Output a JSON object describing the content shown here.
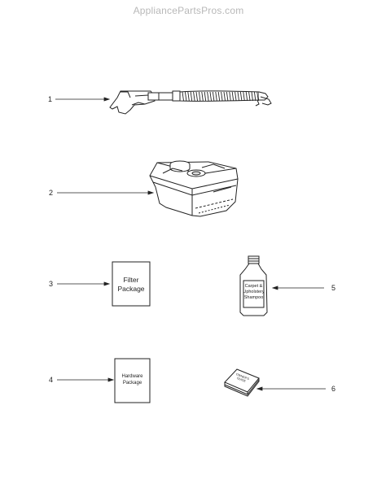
{
  "watermark": "AppliancePartsPros.com",
  "parts": [
    {
      "number": "1",
      "name": "hose-with-tool"
    },
    {
      "number": "2",
      "name": "tank"
    },
    {
      "number": "3",
      "name": "filter-package",
      "box_text": [
        "Filter",
        "Package"
      ]
    },
    {
      "number": "4",
      "name": "hardware-package",
      "box_text": [
        "Hardware",
        "Package"
      ]
    },
    {
      "number": "5",
      "name": "shampoo-bottle",
      "label_text": [
        "Carpet &",
        "Upholstery",
        "Shampoo"
      ]
    },
    {
      "number": "6",
      "name": "owners-guide",
      "label_text": [
        "OWNER'S",
        "GUIDE"
      ]
    }
  ]
}
